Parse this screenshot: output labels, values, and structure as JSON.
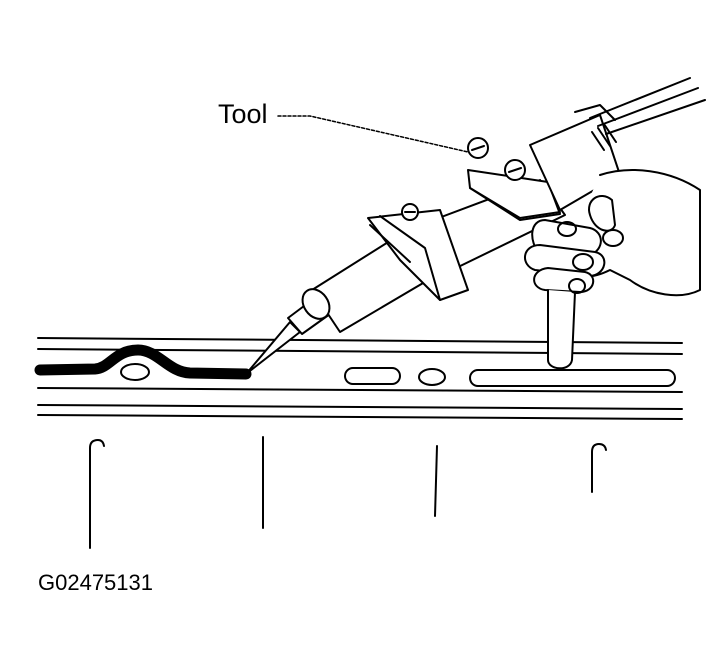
{
  "diagram": {
    "callouts": [
      {
        "id": "tool",
        "text": "Tool"
      }
    ],
    "figure_id": "G02475131",
    "colors": {
      "ink": "#000000",
      "paper": "#ffffff"
    }
  }
}
